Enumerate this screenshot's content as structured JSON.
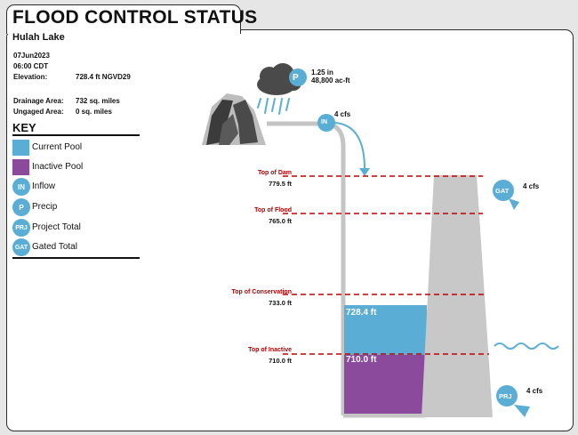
{
  "header": {
    "title": "FLOOD CONTROL STATUS",
    "lake": "Hulah Lake"
  },
  "info": {
    "date": "07Jun2023",
    "time": "06:00 CDT",
    "elevation_label": "Elevation:",
    "elevation_value": "728.4 ft NGVD29",
    "drainage_label": "Drainage Area:",
    "drainage_value": "732 sq. miles",
    "ungaged_label": "Ungaged Area:",
    "ungaged_value": "0 sq. miles"
  },
  "key": {
    "title": "KEY",
    "items": [
      {
        "label": "Current Pool",
        "color": "#5aaed6"
      },
      {
        "label": "Inactive Pool",
        "color": "#8b4a9c"
      },
      {
        "label": "Inflow",
        "abbr": "IN"
      },
      {
        "label": "Precip",
        "abbr": "P"
      },
      {
        "label": "Project Total",
        "abbr": "PRJ"
      },
      {
        "label": "Gated Total",
        "abbr": "GAT"
      }
    ]
  },
  "levels": {
    "dam": {
      "name": "Top of Dam",
      "value": "779.5 ft"
    },
    "flood": {
      "name": "Top of Flood",
      "value": "765.0 ft"
    },
    "conservation": {
      "name": "Top of Conservation",
      "value": "733.0 ft"
    },
    "inactive": {
      "name": "Top of Inactive",
      "value": "710.0 ft"
    }
  },
  "pool": {
    "current": "728.4 ft",
    "inactive": "710.0 ft"
  },
  "precip": {
    "abbr": "P",
    "depth": "1.25 in",
    "volume": "48,800 ac-ft"
  },
  "inflow": {
    "abbr": "IN",
    "value": "4 cfs"
  },
  "gated": {
    "abbr": "GAT",
    "value": "4 cfs"
  },
  "project": {
    "abbr": "PRJ",
    "value": "4 cfs"
  },
  "colors": {
    "pool": "#5aaed6",
    "inactive": "#8b4a9c",
    "dashed": "#c00000",
    "dam": "#c8c8c8"
  }
}
